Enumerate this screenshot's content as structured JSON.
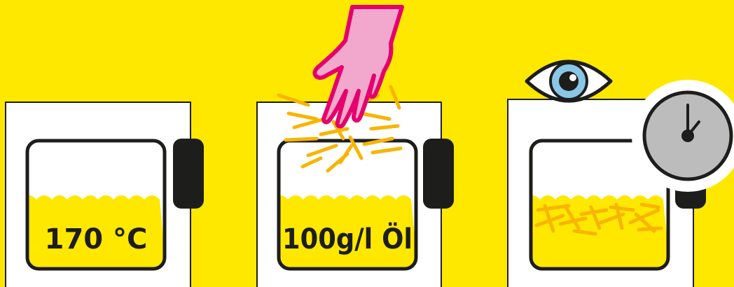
{
  "colors": {
    "background": "#ffe800",
    "fryer_body": "#ffffff",
    "outline": "#1d1d1b",
    "oil": "#ffe800",
    "fries": "#f7b500",
    "glove": "#f1a8cc",
    "glove_outline": "#e5006d",
    "eye_iris": "#8ac6e6",
    "timer_face": "#bcbcbc"
  },
  "steps": [
    {
      "label": "170 °C",
      "icon": "thermometer-setting"
    },
    {
      "label": "100g/l Öl",
      "icon": "hand-adding-fries-icon"
    },
    {
      "label": "",
      "icon": "eye-and-timer-icon"
    }
  ]
}
